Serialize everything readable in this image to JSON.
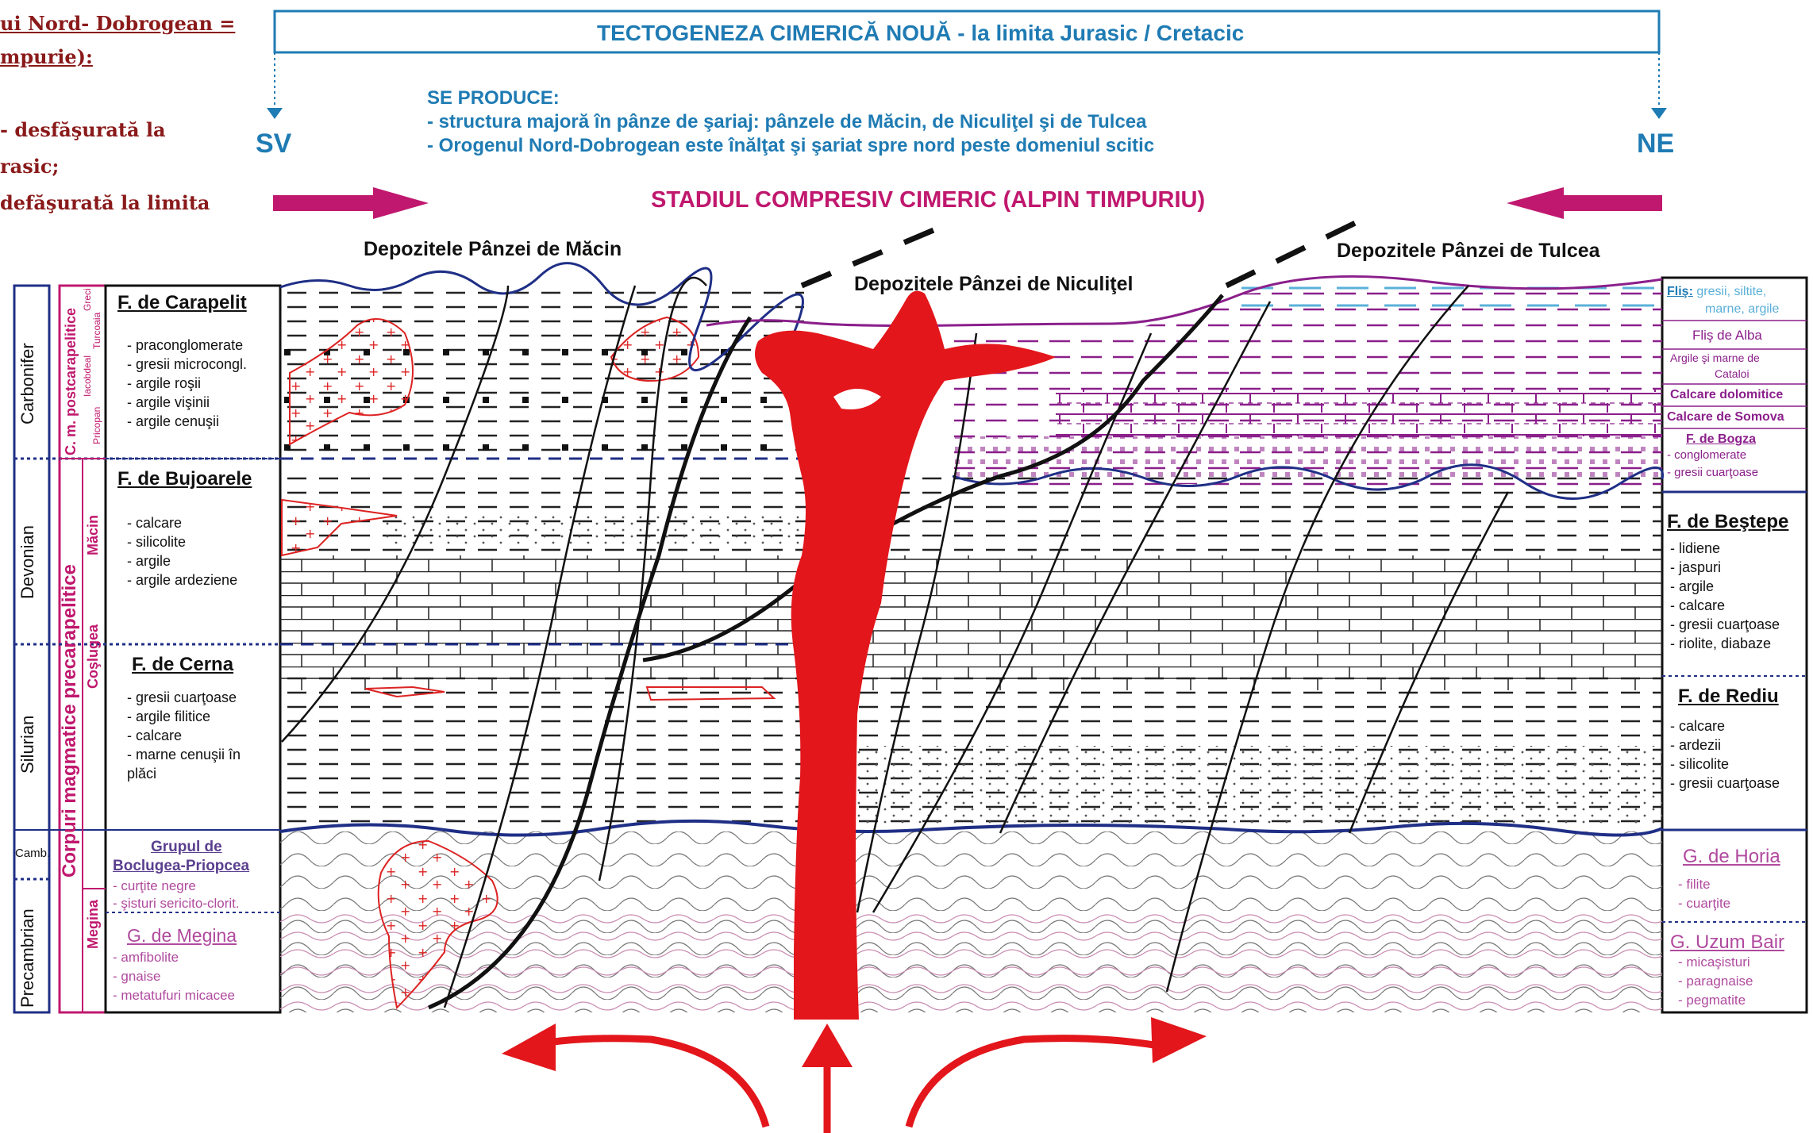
{
  "left_caption": {
    "line1": "ui Nord- Dobrogean =",
    "line2": "mpurie):",
    "line3": "- desfăşurată la",
    "line4": "rasic;",
    "line5": "defăşurată la limita"
  },
  "banner_title": "TECTOGENEZA CIMERICĂ NOUĂ - la limita Jurasic / Cretacic",
  "compass": {
    "left": "SV",
    "right": "NE"
  },
  "produce": {
    "heading": "SE PRODUCE:",
    "line1": "- structura majoră în pânze de şariaj: pânzele de Măcin, de Niculiţel şi de Tulcea",
    "line2": "- Orogenul Nord-Dobrogean este înălţat şi şariat spre nord peste domeniul scitic"
  },
  "stage_title": "STADIUL COMPRESIV CIMERIC (ALPIN TIMPURIU)",
  "nappes": {
    "macin": "Depozitele Pânzei de Măcin",
    "niculitel": "Depozitele Pânzei de Niculiţel",
    "tulcea": "Depozitele Pânzei de Tulcea"
  },
  "periods": {
    "carbonifer": "Carbonifer",
    "devonian": "Devonian",
    "silurian": "Silurian",
    "camb": "Camb.",
    "precambrian": "Precambrian"
  },
  "magmatic": {
    "postcarapelitice": "C. m. postcarapelitice",
    "greci": "Greci",
    "turcoaia": "Turcoaia",
    "iacobdeal": "Iacobdeal",
    "pricopan": "Pricopan",
    "precarapelitice": "Corpuri magmatice precarapelitice",
    "macin": "Măcin",
    "coslugea": "Coşlugea",
    "megina": "Megina"
  },
  "left_formations": {
    "carapelit": {
      "name": "F. de Carapelit",
      "items": [
        "- praconglomerate",
        "- gresii microcongl.",
        "- argile roşii",
        "- argile vişinii",
        "- argile cenuşii"
      ]
    },
    "bujoarele": {
      "name": "F. de Bujoarele",
      "items": [
        "- calcare",
        "- silicolite",
        "- argile",
        "- argile ardeziene"
      ]
    },
    "cerna": {
      "name": "F. de Cerna",
      "items": [
        "- gresii cuarţoase",
        "- argile filitice",
        "- calcare",
        "- marne cenuşii în",
        "  plăci"
      ]
    },
    "boclugea": {
      "name1": "Grupul de",
      "name2": "Boclugea-Priopcea",
      "items": [
        "- curţite negre",
        "- şisturi sericito-clorit."
      ]
    },
    "megina": {
      "name": "G. de Megina",
      "items": [
        "- amfibolite",
        "- gnaise",
        "- metatufuri micacee"
      ]
    }
  },
  "right_formations": {
    "flis": {
      "name": "Fliş:",
      "rest": "gresii, siltite,",
      "line2": "marne, argile"
    },
    "flis_alba": "Fliş de Alba",
    "argile_marne": {
      "l1": "Argile şi marne de",
      "l2": "Cataloi"
    },
    "calcare_dolomitice": "Calcare dolomitice",
    "calcare_somova": "Calcare de Somova",
    "bogza": {
      "name": "F. de Bogza",
      "items": [
        "- conglomerate",
        "- gresii cuarţoase"
      ]
    },
    "bestepe": {
      "name": "F. de Beştepe",
      "items": [
        "- lidiene",
        "- jaspuri",
        "- argile",
        "- calcare",
        "- gresii cuarţoase",
        "- riolite, diabaze"
      ]
    },
    "rediu": {
      "name": "F. de Rediu",
      "items": [
        "- calcare",
        "- ardezii",
        "- silicolite",
        "- gresii cuarţoase"
      ]
    },
    "horia": {
      "name": "G. de Horia",
      "items": [
        "- filite",
        "- cuarţite"
      ]
    },
    "uzum_bair": {
      "name": "G. Uzum Bair",
      "items": [
        "- micaşisturi",
        "- paragnaise",
        "- pegmatite"
      ]
    }
  },
  "colors": {
    "banner_blue": "#1f7bb3",
    "stage_magenta": "#c0186e",
    "magma_red": "#e3161b",
    "unconformity_blue": "#1f2f86",
    "tulcea_purple": "#8b1f8b"
  }
}
